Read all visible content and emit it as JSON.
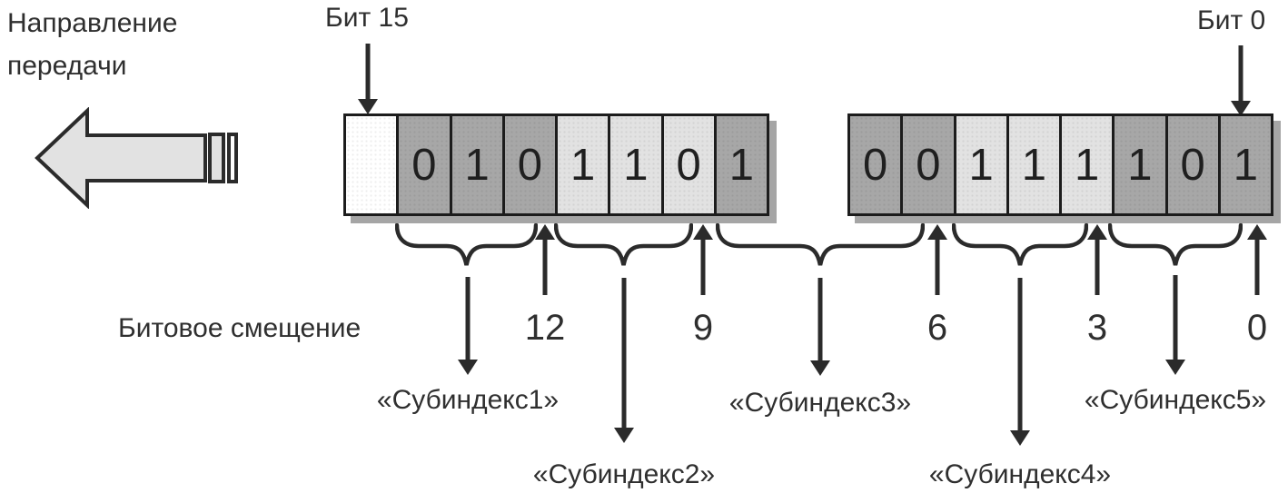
{
  "diagram": {
    "transmission_direction": "Направление передачи",
    "bit15_label": "Бит 15",
    "bit0_label": "Бит 0",
    "bit_offset_label": "Битовое смещение",
    "bytes": [
      {
        "cells": [
          {
            "value": "",
            "bg": "#ffffff"
          },
          {
            "value": "0",
            "bg": "#a7a7a7"
          },
          {
            "value": "1",
            "bg": "#a7a7a7"
          },
          {
            "value": "0",
            "bg": "#a7a7a7"
          },
          {
            "value": "1",
            "bg": "#e2e2e2"
          },
          {
            "value": "1",
            "bg": "#e2e2e2"
          },
          {
            "value": "0",
            "bg": "#e2e2e2"
          },
          {
            "value": "1",
            "bg": "#a7a7a7"
          }
        ]
      },
      {
        "cells": [
          {
            "value": "0",
            "bg": "#a7a7a7"
          },
          {
            "value": "0",
            "bg": "#a7a7a7"
          },
          {
            "value": "1",
            "bg": "#e2e2e2"
          },
          {
            "value": "1",
            "bg": "#e2e2e2"
          },
          {
            "value": "1",
            "bg": "#e2e2e2"
          },
          {
            "value": "1",
            "bg": "#a7a7a7"
          },
          {
            "value": "0",
            "bg": "#a7a7a7"
          },
          {
            "value": "1",
            "bg": "#a7a7a7"
          }
        ]
      }
    ],
    "bit_offsets": [
      "12",
      "9",
      "6",
      "3",
      "0"
    ],
    "subindexes": [
      "«Субиндекс1»",
      "«Субиндекс2»",
      "«Субиндекс3»",
      "«Субиндекс4»",
      "«Субиндекс5»"
    ],
    "colors": {
      "cell_dark": "#a7a7a7",
      "cell_light": "#e2e2e2",
      "block_shadow": "#a5a5a5",
      "line": "#2b2b2b",
      "arrow_fill": "#e2e2e2"
    }
  }
}
